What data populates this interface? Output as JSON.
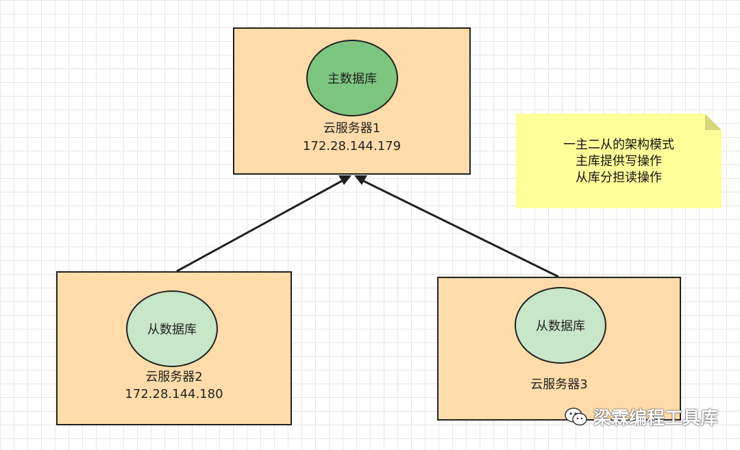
{
  "master": {
    "db_label": "主数据库",
    "server_name": "云服务器1",
    "server_ip": "172.28.144.179"
  },
  "slave1": {
    "db_label": "从数据库",
    "server_name": "云服务器2",
    "server_ip": "172.28.144.180"
  },
  "slave2": {
    "db_label": "从数据库",
    "server_name": "云服务器3"
  },
  "note": {
    "line1": "一主二从的架构模式",
    "line2": "主库提供写操作",
    "line3": "从库分担读操作"
  },
  "watermark": {
    "text": "梁霖编程工具库",
    "icon": "wechat-icon"
  },
  "colors": {
    "server_fill": "#ffdcaa",
    "master_db_fill": "#7dc67f",
    "slave_db_fill": "#c8e6c8",
    "note_fill": "#ffff99",
    "stroke": "#1f1f1f"
  }
}
